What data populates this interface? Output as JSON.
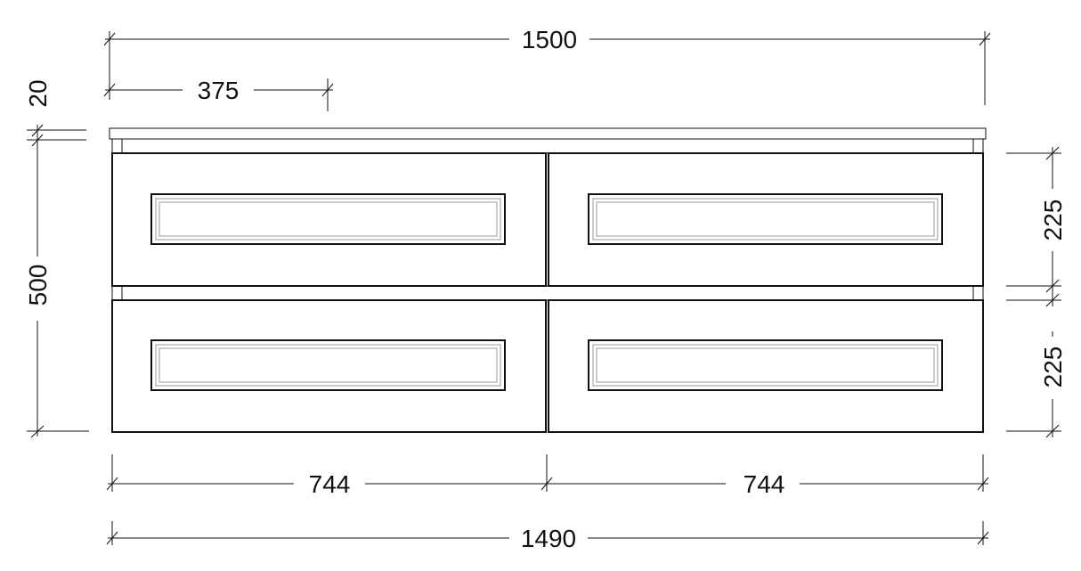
{
  "dimensions": {
    "overall_top_width": "1500",
    "top_offset": "375",
    "benchtop_thickness": "20",
    "cabinet_height": "500",
    "drawer_height_upper": "225",
    "drawer_height_lower": "225",
    "drawer_width_left": "744",
    "drawer_width_right": "744",
    "overall_cabinet_width": "1490"
  }
}
